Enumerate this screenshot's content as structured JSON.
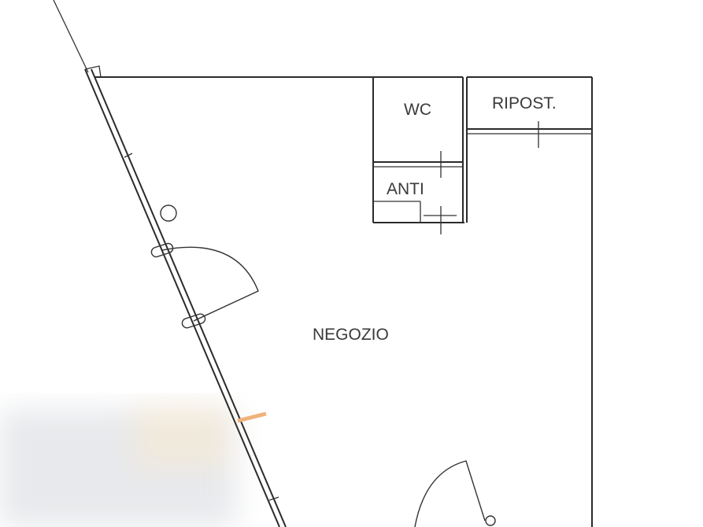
{
  "rooms": {
    "wc": "WC",
    "ripost": "RIPOST.",
    "anti": "ANTI",
    "negozio": "NEGOZIO"
  }
}
